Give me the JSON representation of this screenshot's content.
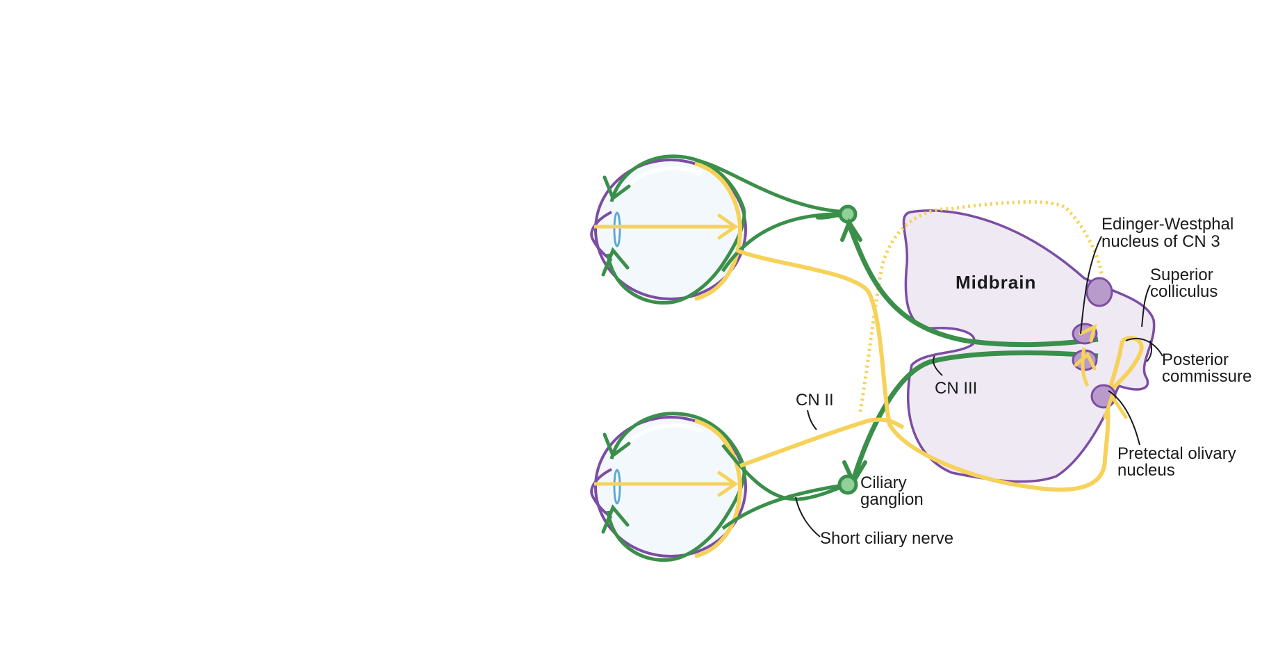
{
  "labels": {
    "midbrain": "Midbrain",
    "edinger_westphal": [
      "Edinger-Westphal",
      "nucleus of CN 3"
    ],
    "superior_colliculus": [
      "Superior",
      "colliculus"
    ],
    "posterior_commissure": [
      "Posterior",
      "commissure"
    ],
    "pretectal_olivary": [
      "Pretectal olivary",
      "nucleus"
    ],
    "cn2": "CN II",
    "cn3": "CN III",
    "ciliary_ganglion": [
      "Ciliary",
      "ganglion"
    ],
    "short_ciliary_nerve": "Short ciliary nerve"
  },
  "colors": {
    "green": "#3a8f4a",
    "yellow": "#f6d25a",
    "purple": "#7b4da3",
    "midbrain_fill": "#efe9f4",
    "nucleus_fill": "#b89acb",
    "eye_fill": "#f3f8fc"
  }
}
